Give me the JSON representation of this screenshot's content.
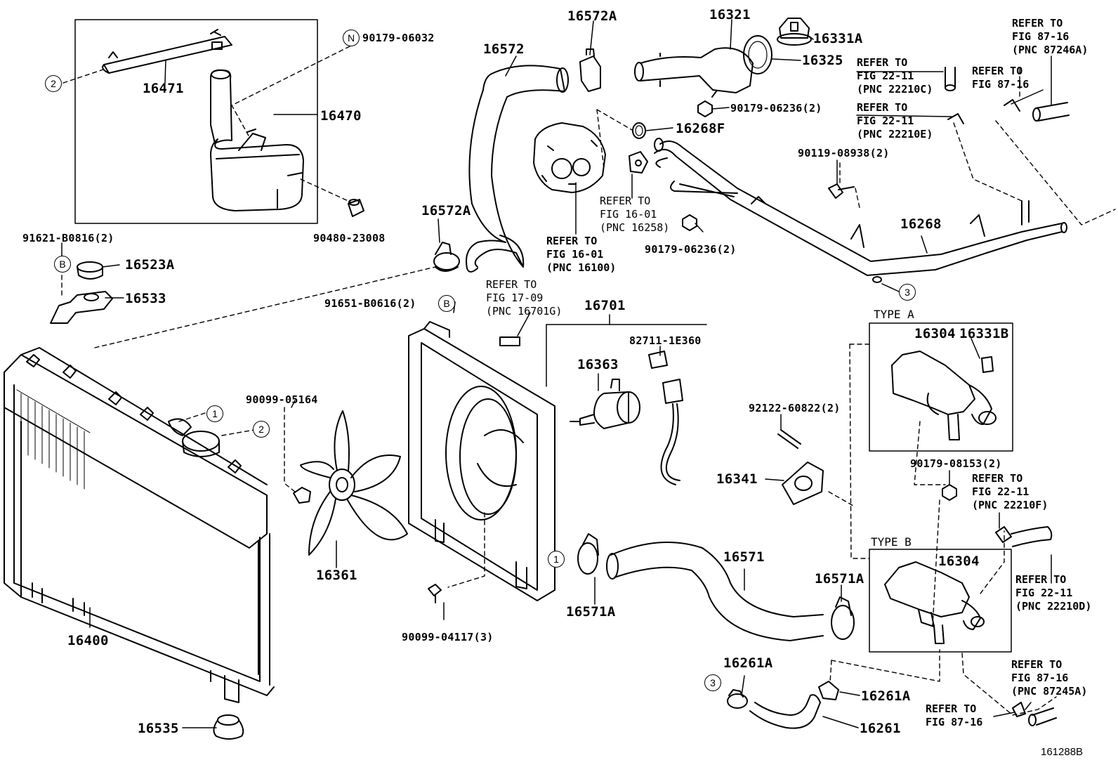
{
  "diagram": {
    "figure_code": "161288B",
    "part_numbers": {
      "p16471": "16471",
      "p16470": "16470",
      "p90179_06032": "90179-06032",
      "p90480_23008": "90480-23008",
      "p16572": "16572",
      "p16572A_top": "16572A",
      "p16572A_mid": "16572A",
      "p16321": "16321",
      "p16331A": "16331A",
      "p16325": "16325",
      "p90179_06236_a": "90179-06236(2)",
      "p16268F": "16268F",
      "p90119_08938": "90119-08938(2)",
      "p16268": "16268",
      "p90179_06236_b": "90179-06236(2)",
      "p91621": "91621-B0816(2)",
      "p16523A": "16523A",
      "p16533": "16533",
      "p91651": "91651-B0616(2)",
      "p16701": "16701",
      "p82711": "82711-1E360",
      "p16363": "16363",
      "p90099_05164": "90099-05164",
      "p92122": "92122-60822(2)",
      "p16341": "16341",
      "p16304_a": "16304",
      "p16331B": "16331B",
      "p90179_08153": "90179-08153(2)",
      "p16304_b": "16304",
      "p16361": "16361",
      "p16400": "16400",
      "p16571": "16571",
      "p16571A_right": "16571A",
      "p16571A_left": "16571A",
      "p90099_04117": "90099-04117(3)",
      "p16261A_left": "16261A",
      "p16261A_right": "16261A",
      "p16261": "16261",
      "p16535": "16535"
    },
    "references": {
      "r_87_16_a": "REFER TO\nFIG 87-16\n(PNC 87246A)",
      "r_22_11_c": "REFER TO\nFIG 22-11\n(PNC 22210C)",
      "r_87_16_b": "REFER TO\nFIG 87-16",
      "r_22_11_e": "REFER TO\nFIG 22-11\n(PNC 22210E)",
      "r_16_01_a": "REFER TO\nFIG 16-01\n(PNC 16258)",
      "r_16_01_b": "REFER TO\nFIG 16-01\n(PNC 16100)",
      "r_17_09": "REFER TO\nFIG 17-09\n(PNC 16701G)",
      "r_22_11_f": "REFER TO\nFIG 22-11\n(PNC 22210F)",
      "r_22_11_d": "REFER TO\nFIG 22-11\n(PNC 22210D)",
      "r_87_16_c": "REFER TO\nFIG 87-16\n(PNC 87245A)",
      "r_87_16_d": "REFER TO\nFIG 87-16"
    },
    "type_labels": {
      "type_a": "TYPE A",
      "type_b": "TYPE B"
    },
    "callouts": {
      "c1_cap": "1",
      "c2_cap": "2",
      "c2_hose": "2",
      "c3_pipe": "3",
      "c3_hose": "3",
      "c1_clamp": "1",
      "n_mark": "N",
      "b_mark_1": "B",
      "b_mark_2": "B"
    }
  }
}
